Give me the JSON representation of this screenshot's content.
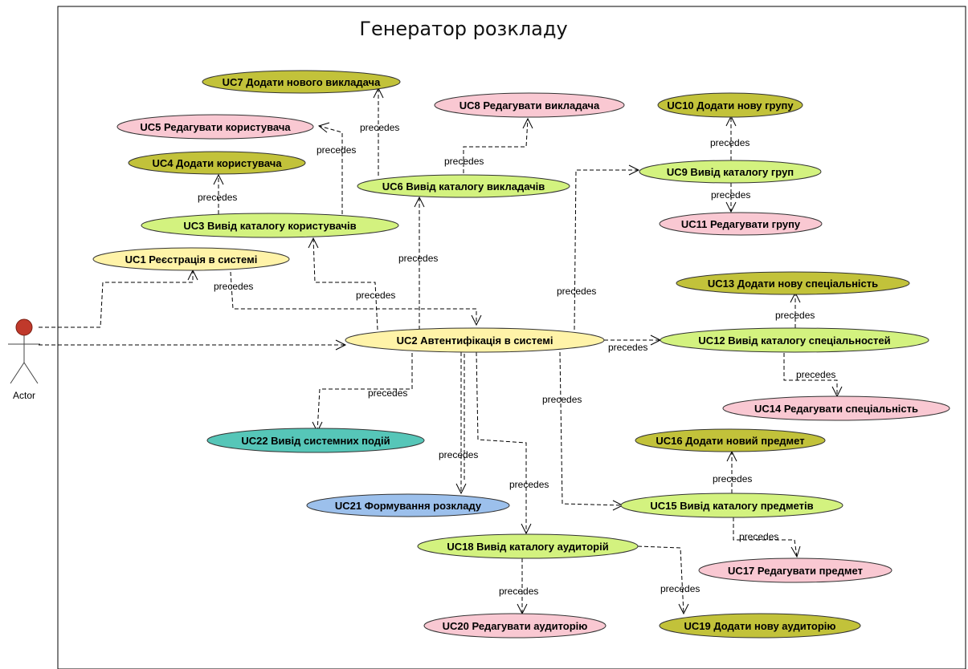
{
  "title": "Генератор розкладу",
  "actor": {
    "label": "Actor"
  },
  "colors": {
    "yellow": "#fff3a8",
    "olive": "#c2c23a",
    "lightgreen": "#d3f27f",
    "pink": "#f9c8d2",
    "teal": "#56c6b8",
    "blue": "#9cc0ec",
    "actor_head": "#c0392b"
  },
  "use_cases": {
    "uc1": {
      "label": "UC1 Реєстрація в системі",
      "color": "yellow"
    },
    "uc2": {
      "label": "UC2 Автентифікація в системі",
      "color": "yellow"
    },
    "uc3": {
      "label": "UC3 Вивід каталогу користувачів",
      "color": "lightgreen"
    },
    "uc4": {
      "label": "UC4 Додати користувача",
      "color": "olive"
    },
    "uc5": {
      "label": "UC5 Редагувати користувача",
      "color": "pink"
    },
    "uc6": {
      "label": "UC6 Вивід каталогу викладачів",
      "color": "lightgreen"
    },
    "uc7": {
      "label": "UC7 Додати нового викладача",
      "color": "olive"
    },
    "uc8": {
      "label": "UC8 Редагувати викладача",
      "color": "pink"
    },
    "uc9": {
      "label": "UC9 Вивід каталогу груп",
      "color": "lightgreen"
    },
    "uc10": {
      "label": "UC10 Додати нову групу",
      "color": "olive"
    },
    "uc11": {
      "label": "UC11 Редагувати групу",
      "color": "pink"
    },
    "uc12": {
      "label": "UC12 Вивід каталогу спеціальностей",
      "color": "lightgreen"
    },
    "uc13": {
      "label": "UC13 Додати нову спеціальність",
      "color": "olive"
    },
    "uc14": {
      "label": "UC14 Редагувати спеціальність",
      "color": "pink"
    },
    "uc15": {
      "label": "UC15 Вивід каталогу предметів",
      "color": "lightgreen"
    },
    "uc16": {
      "label": "UC16 Додати новий предмет",
      "color": "olive"
    },
    "uc17": {
      "label": "UC17 Редагувати предмет",
      "color": "pink"
    },
    "uc18": {
      "label": "UC18 Вивід каталогу аудиторій",
      "color": "lightgreen"
    },
    "uc19": {
      "label": "UC19 Додати нову аудиторію",
      "color": "olive"
    },
    "uc20": {
      "label": "UC20 Редагувати аудиторію",
      "color": "pink"
    },
    "uc21": {
      "label": "UC21 Формування розкладу",
      "color": "blue"
    },
    "uc22": {
      "label": "UC22 Вивід системних подій",
      "color": "teal"
    }
  },
  "edges": {
    "actor_uc1": {
      "from": "Actor",
      "to": "UC1"
    },
    "actor_uc2": {
      "from": "Actor",
      "to": "UC2"
    },
    "uc1_uc2": {
      "from": "UC1",
      "to": "UC2",
      "label": "precedes"
    },
    "uc2_uc3": {
      "from": "UC2",
      "to": "UC3",
      "label": "precedes"
    },
    "uc2_uc6": {
      "from": "UC2",
      "to": "UC6",
      "label": "precedes"
    },
    "uc2_uc9": {
      "from": "UC2",
      "to": "UC9",
      "label": "precedes"
    },
    "uc2_uc12": {
      "from": "UC2",
      "to": "UC12",
      "label": "precedes"
    },
    "uc2_uc15": {
      "from": "UC2",
      "to": "UC15",
      "label": "precedes"
    },
    "uc2_uc18": {
      "from": "UC2",
      "to": "UC18",
      "label": "precedes"
    },
    "uc2_uc21": {
      "from": "UC2",
      "to": "UC21",
      "label": "precedes"
    },
    "uc2_uc22": {
      "from": "UC2",
      "to": "UC22",
      "label": "precedes"
    },
    "uc3_uc4": {
      "from": "UC3",
      "to": "UC4",
      "label": "precedes"
    },
    "uc3_uc5": {
      "from": "UC3",
      "to": "UC5",
      "label": "precedes"
    },
    "uc6_uc7": {
      "from": "UC6",
      "to": "UC7",
      "label": "precedes"
    },
    "uc6_uc8": {
      "from": "UC6",
      "to": "UC8",
      "label": "precedes"
    },
    "uc9_uc10": {
      "from": "UC9",
      "to": "UC10",
      "label": "precedes"
    },
    "uc9_uc11": {
      "from": "UC9",
      "to": "UC11",
      "label": "precedes"
    },
    "uc12_uc13": {
      "from": "UC12",
      "to": "UC13",
      "label": "precedes"
    },
    "uc12_uc14": {
      "from": "UC12",
      "to": "UC14",
      "label": "precedes"
    },
    "uc15_uc16": {
      "from": "UC15",
      "to": "UC16",
      "label": "precedes"
    },
    "uc15_uc17": {
      "from": "UC15",
      "to": "UC17",
      "label": "precedes"
    },
    "uc18_uc19": {
      "from": "UC18",
      "to": "UC19",
      "label": "precedes"
    },
    "uc18_uc20": {
      "from": "UC18",
      "to": "UC20",
      "label": "precedes"
    }
  }
}
